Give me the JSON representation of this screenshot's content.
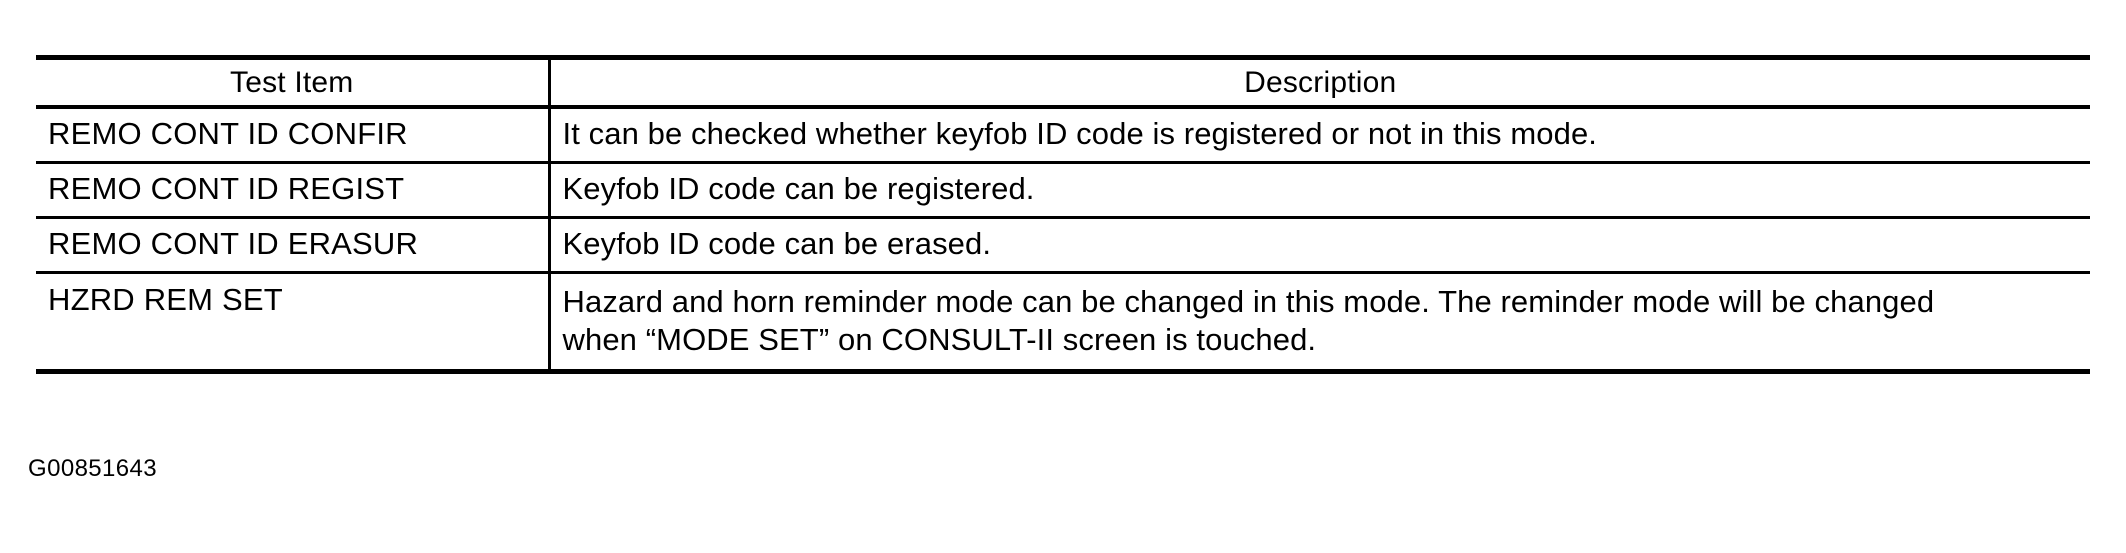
{
  "document": {
    "figure_id": "G00851643"
  },
  "table": {
    "columns": [
      {
        "key": "test_item",
        "label": "Test Item"
      },
      {
        "key": "description",
        "label": "Description"
      }
    ],
    "rows": [
      {
        "test_item": "REMO CONT ID CONFIR",
        "description_lines": [
          "It can be checked whether keyfob ID code is registered or not in this mode."
        ]
      },
      {
        "test_item": "REMO CONT ID REGIST",
        "description_lines": [
          "Keyfob ID code can be registered."
        ]
      },
      {
        "test_item": "REMO CONT ID ERASUR",
        "description_lines": [
          "Keyfob ID code can be erased."
        ]
      },
      {
        "test_item": "HZRD REM SET",
        "description_lines": [
          "Hazard and horn reminder mode can be changed in this mode. The reminder mode will be changed",
          "when “MODE SET” on CONSULT-II screen is touched."
        ]
      }
    ]
  }
}
